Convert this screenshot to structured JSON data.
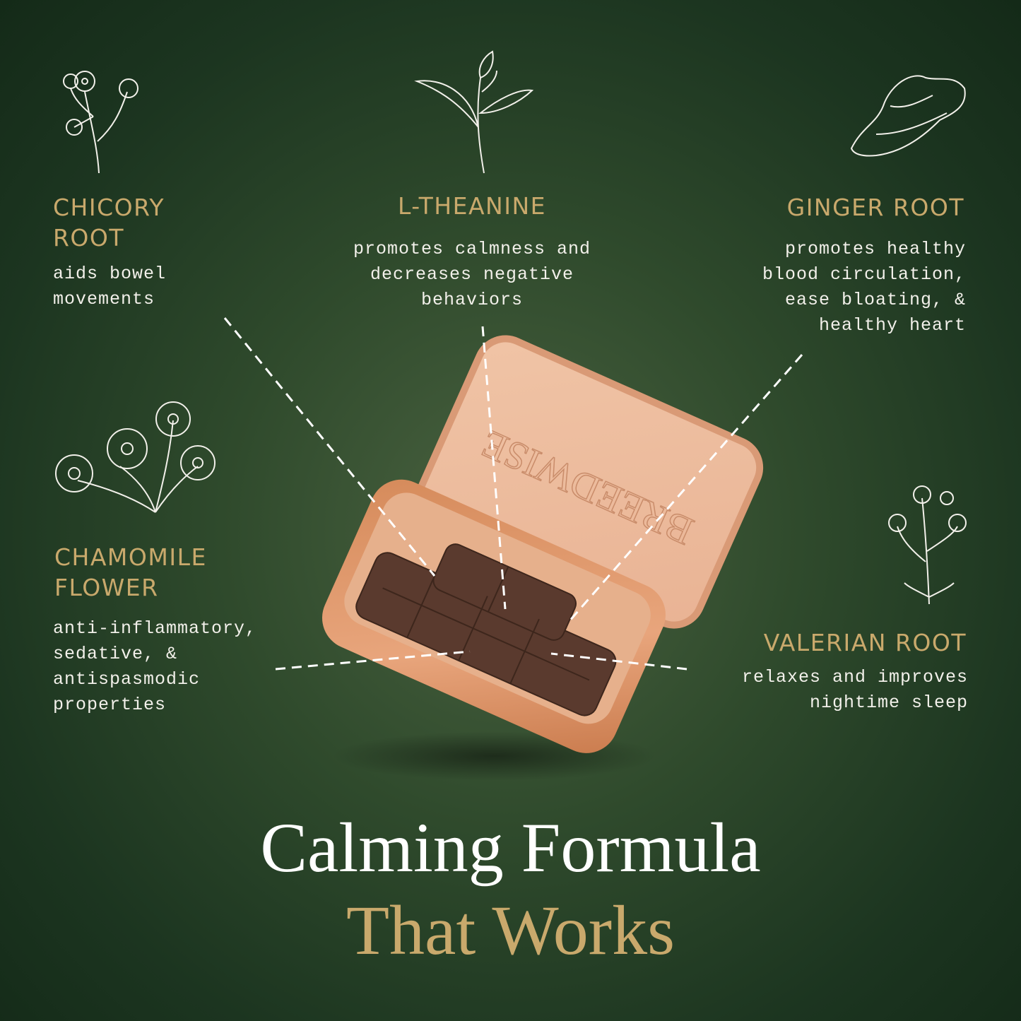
{
  "ingredients": [
    {
      "name": "CHICORY ROOT",
      "line1": "CHICORY",
      "line2": "ROOT",
      "desc": "aids bowel\nmovements",
      "icon": "chicory-flower-icon"
    },
    {
      "name": "L-THEANINE",
      "desc": "promotes calmness and\ndecreases negative\nbehaviors",
      "icon": "tea-leaf-icon"
    },
    {
      "name": "GINGER ROOT",
      "desc": "promotes healthy\nblood circulation,\nease bloating, &\nhealthy heart",
      "icon": "ginger-root-icon"
    },
    {
      "name": "CHAMOMILE FLOWER",
      "line1": "CHAMOMILE",
      "line2": "FLOWER",
      "desc": "anti-inflammatory,\nsedative, &\nantispasmodic\nproperties",
      "icon": "chamomile-flower-icon"
    },
    {
      "name": "VALERIAN ROOT",
      "desc": "relaxes and improves\nnightime sleep",
      "icon": "valerian-flower-icon"
    }
  ],
  "product": {
    "brand": "BREEDWISE"
  },
  "headline": {
    "line1": "Calming Formula",
    "line2": "That Works"
  },
  "colors": {
    "gold": "#c9a96c",
    "background": "#2f4a2c",
    "tin": "#e8a880"
  }
}
